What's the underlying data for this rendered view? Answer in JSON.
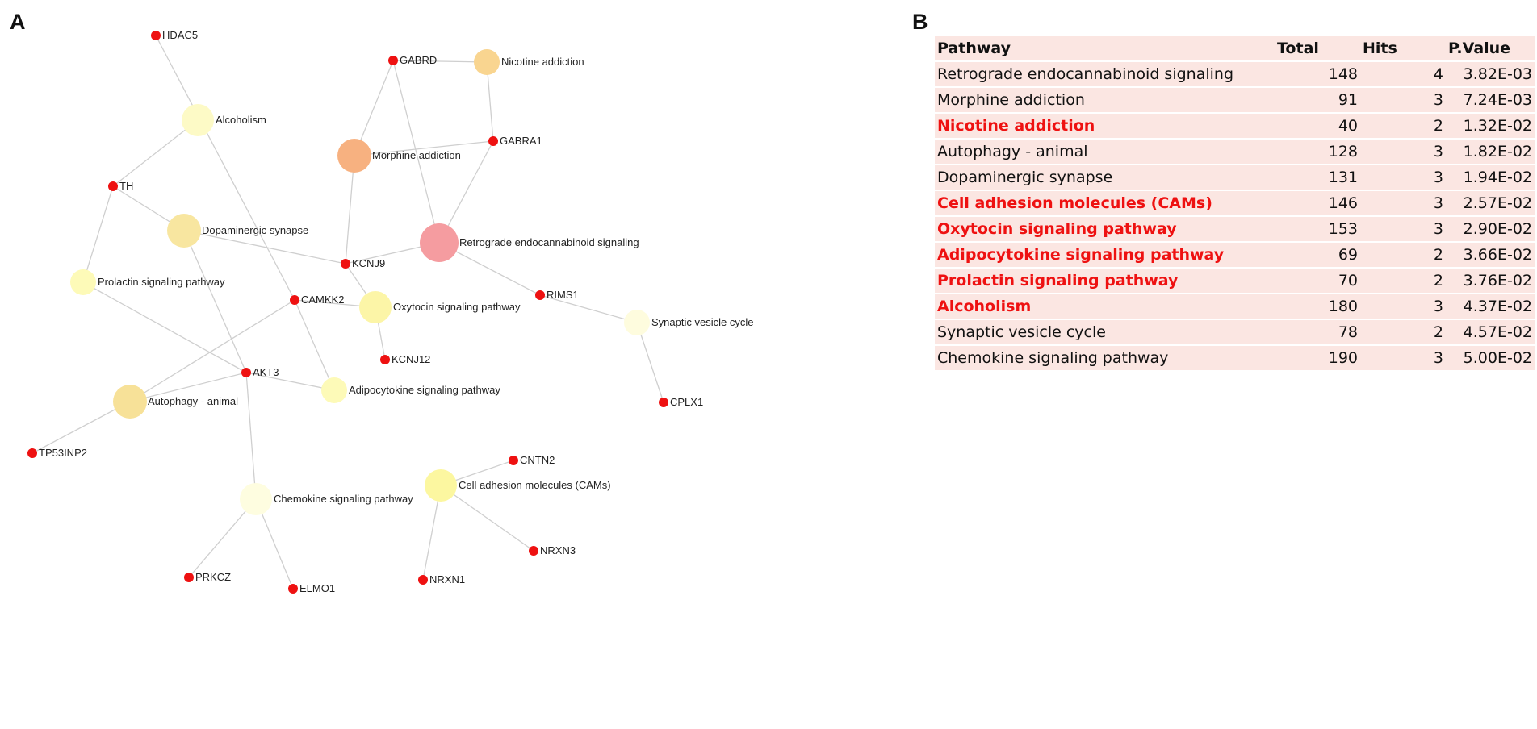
{
  "panel_a": {
    "letter": "A",
    "pathway_nodes": [
      {
        "id": "alcoholism",
        "label": "Alcoholism",
        "color": "#fdfac6"
      },
      {
        "id": "morphine",
        "label": "Morphine addiction",
        "color": "#f7b180"
      },
      {
        "id": "nicotine",
        "label": "Nicotine addiction",
        "color": "#f9d590"
      },
      {
        "id": "dopaminergic",
        "label": "Dopaminergic synapse",
        "color": "#f8e6a0"
      },
      {
        "id": "retrograde",
        "label": "Retrograde endocannabinoid signaling",
        "color": "#f59ca0"
      },
      {
        "id": "prolactin",
        "label": "Prolactin signaling pathway",
        "color": "#fdfab8"
      },
      {
        "id": "oxytocin",
        "label": "Oxytocin signaling pathway",
        "color": "#fcf5a7"
      },
      {
        "id": "synaptic",
        "label": "Synaptic vesicle cycle",
        "color": "#fefcde"
      },
      {
        "id": "adipocytokine",
        "label": "Adipocytokine signaling pathway",
        "color": "#fdfab8"
      },
      {
        "id": "autophagy",
        "label": "Autophagy - animal",
        "color": "#f7e198"
      },
      {
        "id": "chemokine",
        "label": "Chemokine signaling pathway",
        "color": "#fefde0"
      },
      {
        "id": "cams",
        "label": "Cell adhesion molecules (CAMs)",
        "color": "#fcf7a0"
      }
    ],
    "gene_nodes": [
      {
        "id": "HDAC5",
        "label": "HDAC5"
      },
      {
        "id": "GABRD",
        "label": "GABRD"
      },
      {
        "id": "GABRA1",
        "label": "GABRA1"
      },
      {
        "id": "TH",
        "label": "TH"
      },
      {
        "id": "KCNJ9",
        "label": "KCNJ9"
      },
      {
        "id": "CAMKK2",
        "label": "CAMKK2"
      },
      {
        "id": "RIMS1",
        "label": "RIMS1"
      },
      {
        "id": "KCNJ12",
        "label": "KCNJ12"
      },
      {
        "id": "AKT3",
        "label": "AKT3"
      },
      {
        "id": "CPLX1",
        "label": "CPLX1"
      },
      {
        "id": "TP53INP2",
        "label": "TP53INP2"
      },
      {
        "id": "CNTN2",
        "label": "CNTN2"
      },
      {
        "id": "NRXN3",
        "label": "NRXN3"
      },
      {
        "id": "PRKCZ",
        "label": "PRKCZ"
      },
      {
        "id": "ELMO1",
        "label": "ELMO1"
      },
      {
        "id": "NRXN1",
        "label": "NRXN1"
      }
    ],
    "edges": [
      [
        "HDAC5",
        "CAMKK2"
      ],
      [
        "GABRD",
        "nicotine"
      ],
      [
        "GABRD",
        "morphine"
      ],
      [
        "GABRD",
        "retrograde"
      ],
      [
        "nicotine",
        "GABRA1"
      ],
      [
        "GABRA1",
        "morphine"
      ],
      [
        "GABRA1",
        "retrograde"
      ],
      [
        "alcoholism",
        "TH"
      ],
      [
        "TH",
        "dopaminergic"
      ],
      [
        "TH",
        "prolactin"
      ],
      [
        "morphine",
        "KCNJ9"
      ],
      [
        "dopaminergic",
        "KCNJ9"
      ],
      [
        "dopaminergic",
        "AKT3"
      ],
      [
        "KCNJ9",
        "retrograde"
      ],
      [
        "KCNJ9",
        "oxytocin"
      ],
      [
        "retrograde",
        "RIMS1"
      ],
      [
        "RIMS1",
        "synaptic"
      ],
      [
        "synaptic",
        "CPLX1"
      ],
      [
        "prolactin",
        "AKT3"
      ],
      [
        "CAMKK2",
        "oxytocin"
      ],
      [
        "CAMKK2",
        "adipocytokine"
      ],
      [
        "CAMKK2",
        "autophagy"
      ],
      [
        "oxytocin",
        "KCNJ12"
      ],
      [
        "AKT3",
        "adipocytokine"
      ],
      [
        "AKT3",
        "autophagy"
      ],
      [
        "AKT3",
        "chemokine"
      ],
      [
        "autophagy",
        "TP53INP2"
      ],
      [
        "chemokine",
        "PRKCZ"
      ],
      [
        "chemokine",
        "ELMO1"
      ],
      [
        "cams",
        "CNTN2"
      ],
      [
        "cams",
        "NRXN3"
      ],
      [
        "cams",
        "NRXN1"
      ]
    ]
  },
  "panel_b": {
    "letter": "B",
    "highlight_color": "#ee1111",
    "headers": {
      "pathway": "Pathway",
      "total": "Total",
      "hits": "Hits",
      "pvalue": "P.Value"
    },
    "rows": [
      {
        "pathway": "Retrograde endocannabinoid signaling",
        "total": "148",
        "hits": "4",
        "pvalue": "3.82E-03",
        "highlight": false
      },
      {
        "pathway": "Morphine addiction",
        "total": "91",
        "hits": "3",
        "pvalue": "7.24E-03",
        "highlight": false
      },
      {
        "pathway": "Nicotine addiction",
        "total": "40",
        "hits": "2",
        "pvalue": "1.32E-02",
        "highlight": true
      },
      {
        "pathway": "Autophagy - animal",
        "total": "128",
        "hits": "3",
        "pvalue": "1.82E-02",
        "highlight": false
      },
      {
        "pathway": "Dopaminergic synapse",
        "total": "131",
        "hits": "3",
        "pvalue": "1.94E-02",
        "highlight": false
      },
      {
        "pathway": "Cell adhesion molecules (CAMs)",
        "total": "146",
        "hits": "3",
        "pvalue": "2.57E-02",
        "highlight": true
      },
      {
        "pathway": "Oxytocin signaling pathway",
        "total": "153",
        "hits": "3",
        "pvalue": "2.90E-02",
        "highlight": true
      },
      {
        "pathway": "Adipocytokine signaling pathway",
        "total": "69",
        "hits": "2",
        "pvalue": "3.66E-02",
        "highlight": true
      },
      {
        "pathway": "Prolactin signaling pathway",
        "total": "70",
        "hits": "2",
        "pvalue": "3.76E-02",
        "highlight": true
      },
      {
        "pathway": "Alcoholism",
        "total": "180",
        "hits": "3",
        "pvalue": "4.37E-02",
        "highlight": true
      },
      {
        "pathway": "Synaptic vesicle cycle",
        "total": "78",
        "hits": "2",
        "pvalue": "4.57E-02",
        "highlight": false
      },
      {
        "pathway": "Chemokine signaling pathway",
        "total": "190",
        "hits": "3",
        "pvalue": "5.00E-02",
        "highlight": false
      }
    ]
  }
}
